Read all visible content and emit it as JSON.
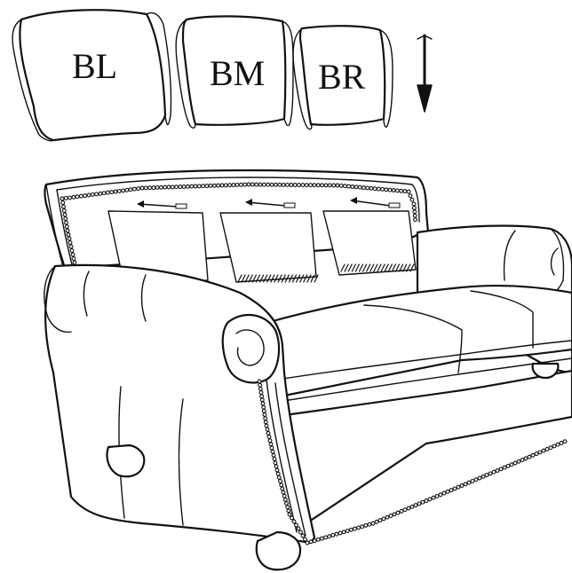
{
  "cushions": [
    {
      "id": "bl",
      "label": "BL"
    },
    {
      "id": "bm",
      "label": "BM"
    },
    {
      "id": "br",
      "label": "BR"
    }
  ],
  "direction_arrow": {
    "icon": "down-arrow-icon"
  },
  "slide_arrows": {
    "icon": "left-arrow-icon",
    "count": 3
  },
  "colors": {
    "ink": "#111111",
    "paper": "#ffffff"
  }
}
